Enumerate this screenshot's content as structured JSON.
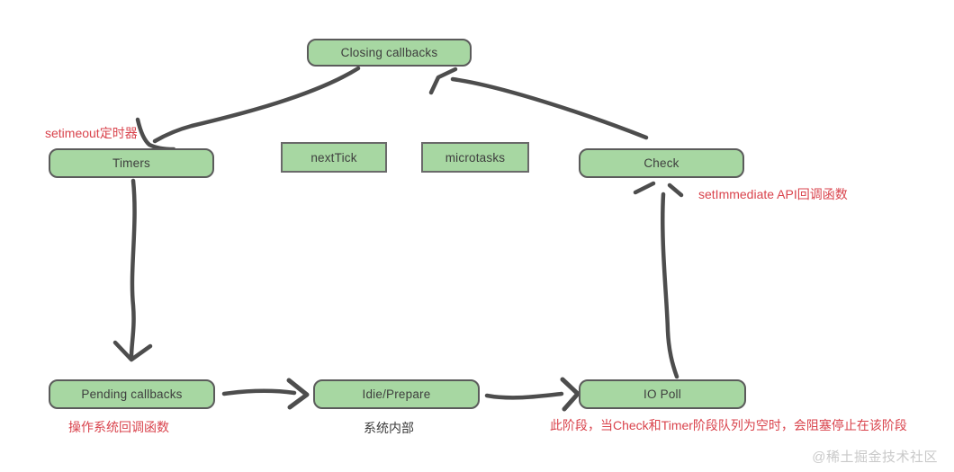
{
  "diagram": {
    "type": "flow-diagram",
    "topic": "Node.js event loop phases"
  },
  "colors": {
    "node_fill": "#a7d7a2",
    "node_border": "#5b5b5b",
    "arrow": "#4d4d4d",
    "annotation_red": "#d9434c",
    "annotation_dark": "#3a3a3a",
    "watermark_gray": "#c9c9c9",
    "background": "#ffffff"
  },
  "nodes": [
    {
      "id": "closing-callbacks",
      "label": "Closing callbacks",
      "shape": "rounded"
    },
    {
      "id": "timers",
      "label": "Timers",
      "shape": "rounded"
    },
    {
      "id": "nexttick",
      "label": "nextTick",
      "shape": "rect"
    },
    {
      "id": "microtasks",
      "label": "microtasks",
      "shape": "rect"
    },
    {
      "id": "check",
      "label": "Check",
      "shape": "rounded"
    },
    {
      "id": "pending-callbacks",
      "label": "Pending callbacks",
      "shape": "rounded"
    },
    {
      "id": "idle-prepare",
      "label": "Idie/Prepare",
      "shape": "rounded"
    },
    {
      "id": "io-poll",
      "label": "IO Poll",
      "shape": "rounded"
    }
  ],
  "edges": [
    {
      "from": "Closing callbacks",
      "to": "Timers"
    },
    {
      "from": "Check",
      "to": "Closing callbacks"
    },
    {
      "from": "Timers",
      "to": "Pending callbacks"
    },
    {
      "from": "Pending callbacks",
      "to": "Idie/Prepare"
    },
    {
      "from": "Idie/Prepare",
      "to": "IO Poll"
    },
    {
      "from": "IO Poll",
      "to": "Check"
    }
  ],
  "annotations": [
    {
      "id": "settimeout",
      "text": "setimeout定时器",
      "color": "red"
    },
    {
      "id": "setimmediate",
      "text": "setImmediate API回调函数",
      "color": "red"
    },
    {
      "id": "os-callback",
      "text": "操作系统回调函数",
      "color": "red"
    },
    {
      "id": "system-internal",
      "text": "系统内部",
      "color": "dark"
    },
    {
      "id": "io-poll-note",
      "text": "此阶段，当Check和Timer阶段队列为空时，会阻塞停止在该阶段",
      "color": "red"
    }
  ],
  "watermark": {
    "text": "@稀土掘金技术社区"
  }
}
